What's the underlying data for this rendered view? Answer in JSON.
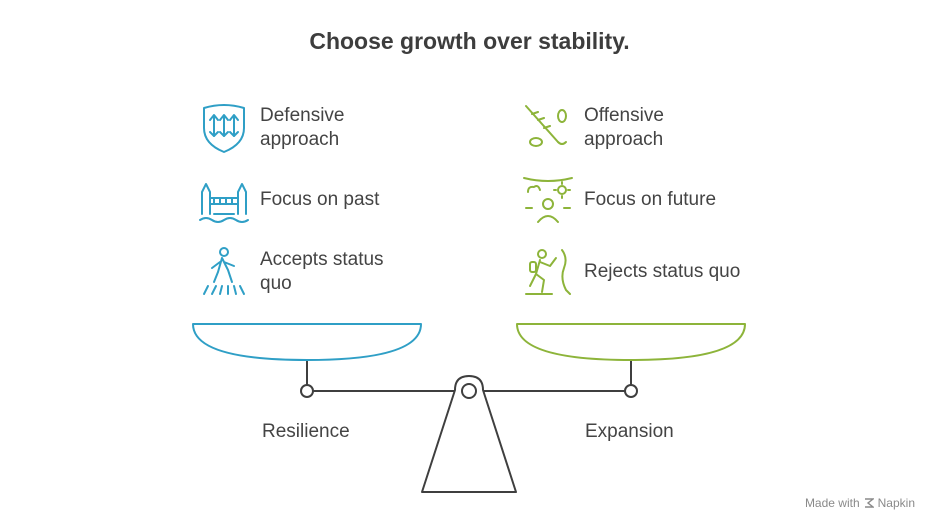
{
  "title": "Choose growth over stability.",
  "left": {
    "label": "Resilience",
    "color": "#2f9fc6",
    "items": [
      {
        "text": "Defensive approach",
        "icon": "shield-arrows-icon"
      },
      {
        "text": "Focus on past",
        "icon": "castle-bridge-icon"
      },
      {
        "text": "Accepts status quo",
        "icon": "walking-person-icon"
      }
    ]
  },
  "right": {
    "label": "Expansion",
    "color": "#8db43a",
    "items": [
      {
        "text": "Offensive approach",
        "icon": "plant-sprout-icon"
      },
      {
        "text": "Focus on future",
        "icon": "person-sun-icon"
      },
      {
        "text": "Rejects status quo",
        "icon": "climbing-person-icon"
      }
    ]
  },
  "footer": {
    "made_with": "Made with",
    "brand": "Napkin"
  }
}
